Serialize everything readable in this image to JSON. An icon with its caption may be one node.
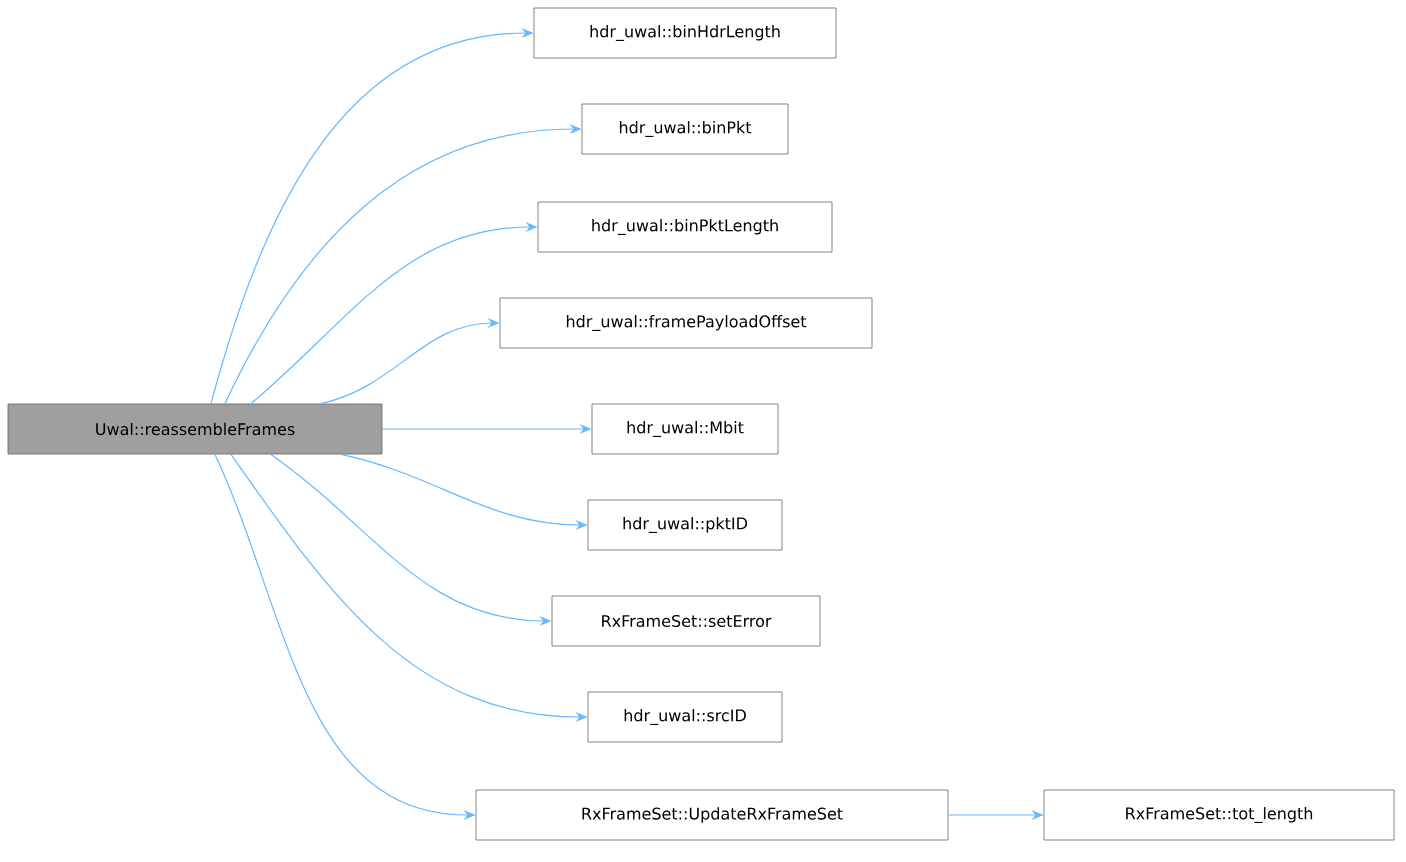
{
  "diagram": {
    "nodes": [
      {
        "text": [
          "Uwal::reassembleFrames"
        ]
      },
      {
        "text": [
          "hdr_uwal::binHdrLength"
        ]
      },
      {
        "text": [
          "hdr_uwal::binPkt"
        ]
      },
      {
        "text": [
          "hdr_uwal::binPktLength"
        ]
      },
      {
        "text": [
          "hdr_uwal::framePayloadOffset"
        ]
      },
      {
        "text": [
          "hdr_uwal::Mbit"
        ]
      },
      {
        "text": [
          "hdr_uwal::pktID"
        ]
      },
      {
        "text": [
          "RxFrameSet::setError"
        ]
      },
      {
        "text": [
          "hdr_uwal::srcID"
        ]
      },
      {
        "text": [
          "RxFrameSet::UpdateRxFrameSet"
        ]
      },
      {
        "text": [
          "RxFrameSet::tot_length"
        ]
      }
    ],
    "edges": [
      {
        "from": 0,
        "to": 1,
        "arrow": "to"
      },
      {
        "from": 0,
        "to": 2,
        "arrow": "to"
      },
      {
        "from": 0,
        "to": 3,
        "arrow": "to"
      },
      {
        "from": 0,
        "to": 4,
        "arrow": "to"
      },
      {
        "from": 0,
        "to": 5,
        "arrow": "to"
      },
      {
        "from": 0,
        "to": 6,
        "arrow": "to"
      },
      {
        "from": 0,
        "to": 7,
        "arrow": "to"
      },
      {
        "from": 0,
        "to": 8,
        "arrow": "to"
      },
      {
        "from": 0,
        "to": 9,
        "arrow": "to"
      },
      {
        "from": 9,
        "to": 10,
        "arrow": "to"
      }
    ]
  }
}
